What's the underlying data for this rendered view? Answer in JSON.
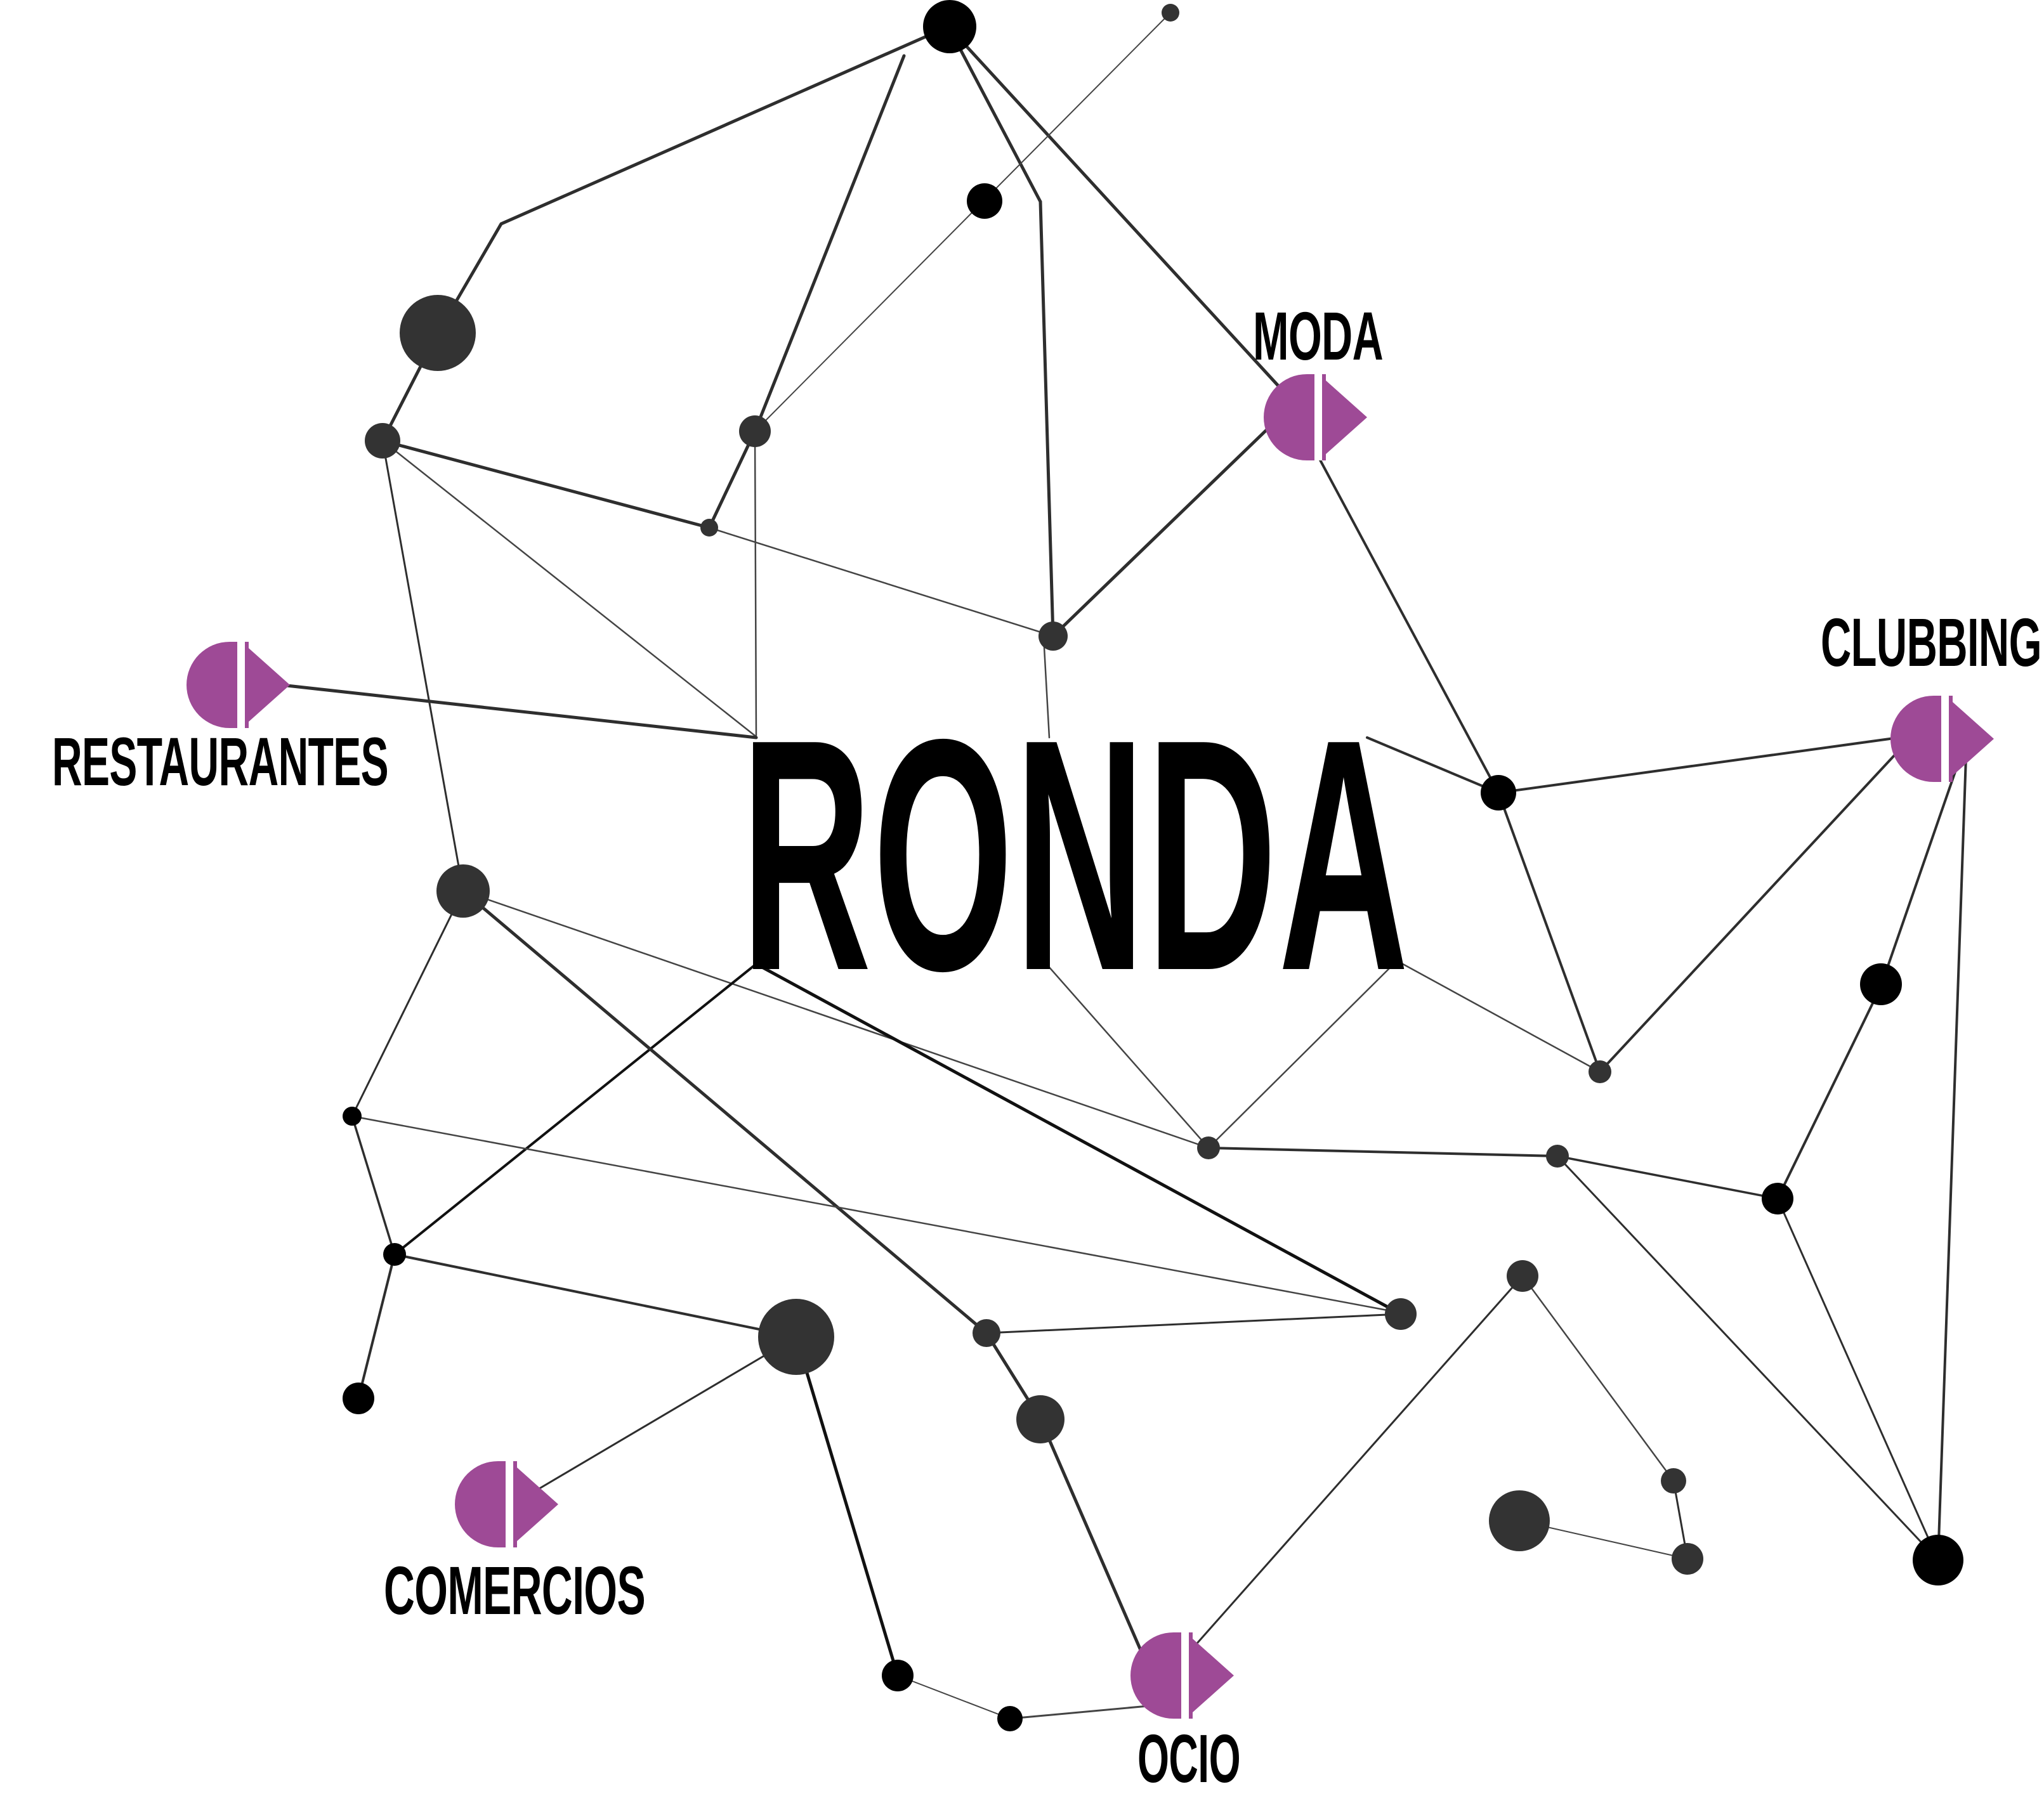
{
  "title": "RONDA",
  "colors": {
    "background": "#ffffff",
    "accent": "#9e4a96",
    "node_dark": "#000000",
    "node_grey": "#333333",
    "text": "#000000"
  },
  "categories": {
    "moda": "MODA",
    "clubbing": "CLUBBING",
    "restaurantes": "RESTAURANTES",
    "comercios": "COMERCIOS",
    "ocio": "OCIO"
  },
  "icons": {
    "category_marker": "half-circle-play-icon",
    "network_node": "circle-node-icon"
  }
}
